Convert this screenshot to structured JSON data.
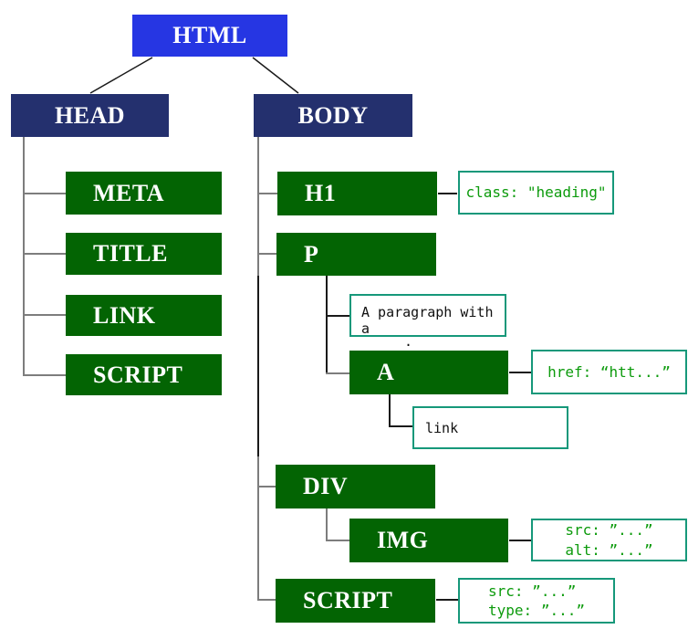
{
  "nodes": {
    "html": {
      "label": "HTML"
    },
    "head": {
      "label": "HEAD"
    },
    "body": {
      "label": "BODY"
    },
    "meta": {
      "label": "META"
    },
    "title": {
      "label": "TITLE"
    },
    "link": {
      "label": "LINK"
    },
    "script_head": {
      "label": "SCRIPT"
    },
    "h1": {
      "label": "H1"
    },
    "p": {
      "label": "P"
    },
    "a": {
      "label": "A"
    },
    "div": {
      "label": "DIV"
    },
    "img": {
      "label": "IMG"
    },
    "script_body": {
      "label": "SCRIPT"
    }
  },
  "text_nodes": {
    "paragraph": {
      "text": "A paragraph with a",
      "trailing_mark": "."
    },
    "link": {
      "text": "link"
    }
  },
  "attributes": {
    "h1": {
      "lines": [
        "class: \"heading\""
      ]
    },
    "a": {
      "lines": [
        "href: “htt...”"
      ]
    },
    "img": {
      "lines": [
        "src: ”...”",
        "alt: ”...”"
      ]
    },
    "script": {
      "lines": [
        "src: ”...”",
        "type: ”...”"
      ]
    }
  },
  "colors": {
    "root_blue": "#2636e3",
    "branch_navy": "#24306e",
    "element_green": "#036403",
    "annotation_border": "#16987a",
    "annotation_text": "#0d9b0d",
    "connector_gray": "#7d7d7d",
    "connector_black": "#1a1a1a",
    "node_label": "#ffffff"
  }
}
